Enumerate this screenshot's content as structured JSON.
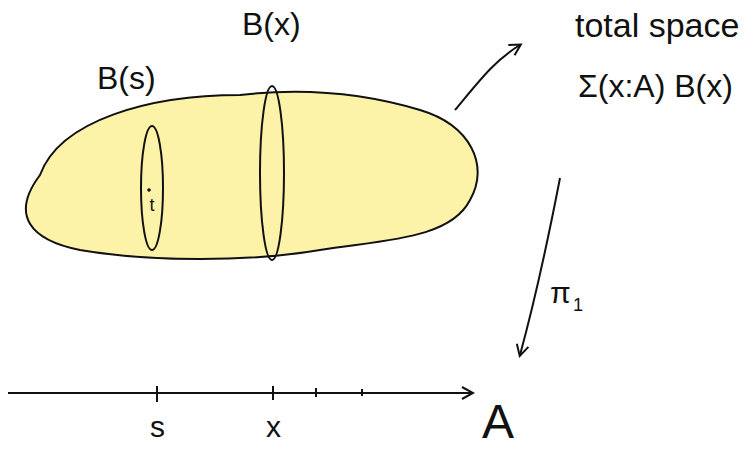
{
  "diagram": {
    "nodes": [
      {
        "text": [
          "B(s)",
          "t"
        ]
      },
      {
        "text": [
          "B(x)"
        ]
      }
    ],
    "labels": [
      "total space",
      "Σ(x:A) B(x)",
      "π",
      "1",
      "s",
      "x",
      "A"
    ]
  }
}
